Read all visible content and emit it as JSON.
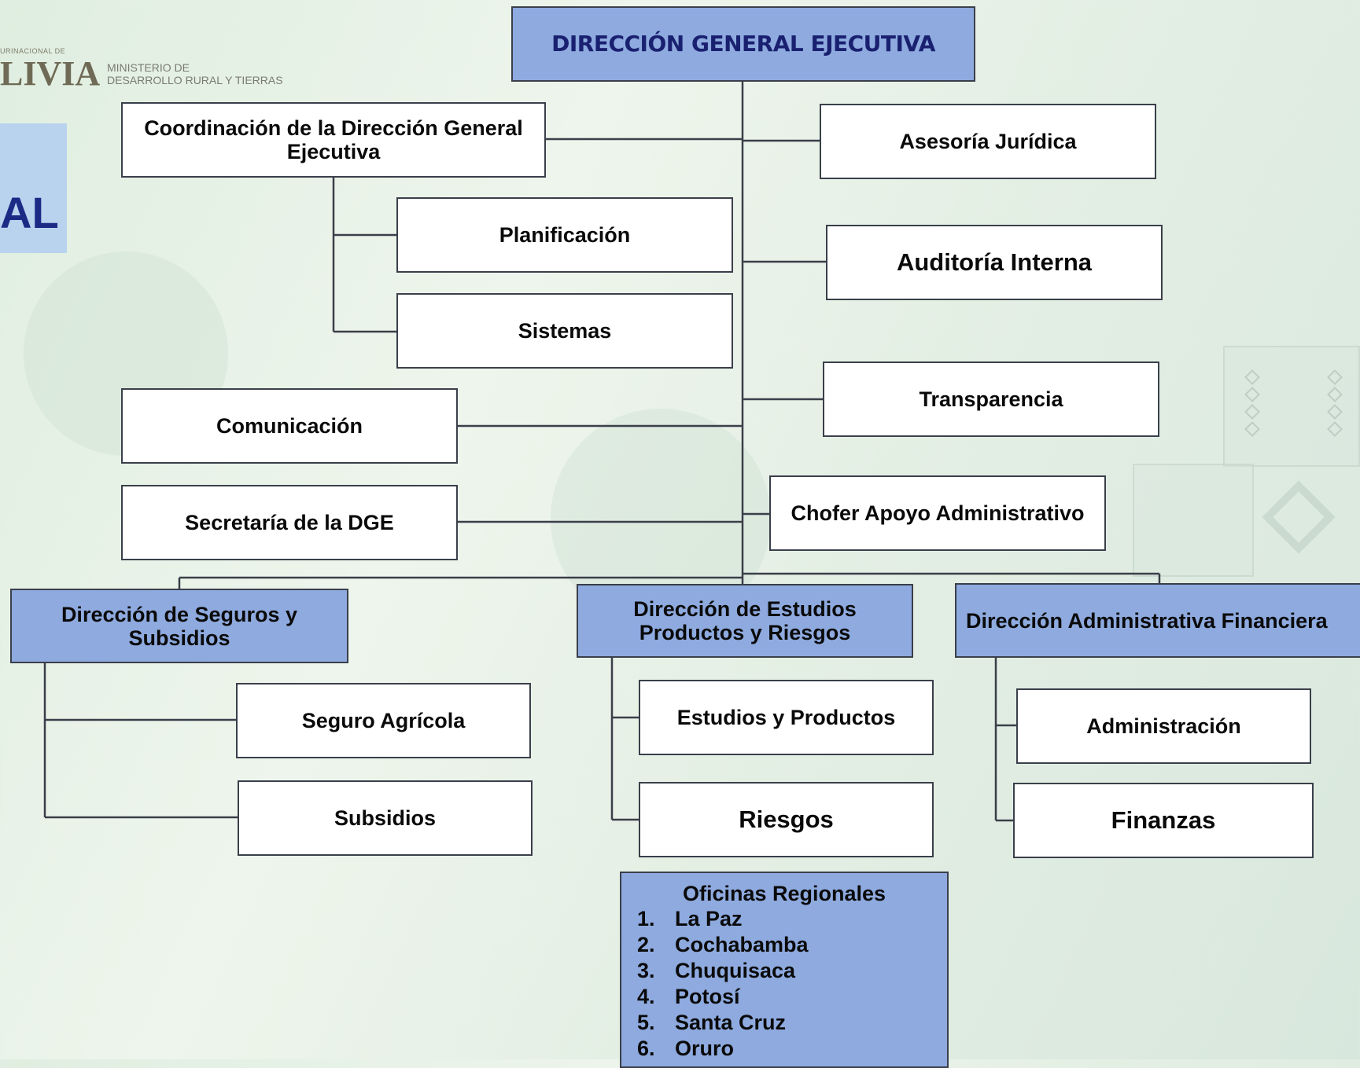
{
  "logo": {
    "small_text": "URINACIONAL DE",
    "big_text": "LIVIA",
    "sub_line1": "MINISTERIO DE",
    "sub_line2": "DESARROLLO RURAL Y TIERRAS"
  },
  "title_fragment": "AL",
  "boxes": {
    "direccion_general": "DIRECCIÓN GENERAL EJECUTIVA",
    "coordinacion": "Coordinación de la Dirección General Ejecutiva",
    "asesoria": "Asesoría Jurídica",
    "planificacion": "Planificación",
    "auditoria": "Auditoría Interna",
    "sistemas": "Sistemas",
    "transparencia": "Transparencia",
    "comunicacion": "Comunicación",
    "secretaria": "Secretaría de la DGE",
    "chofer": "Chofer Apoyo Administrativo",
    "dir_seguros": "Dirección de Seguros y Subsidios",
    "dir_estudios": "Dirección de Estudios Productos y Riesgos",
    "dir_administrativa": "Dirección Administrativa Financiera",
    "seguro_agricola": "Seguro Agrícola",
    "subsidios": "Subsidios",
    "estudios_productos": "Estudios y Productos",
    "riesgos": "Riesgos",
    "administracion": "Administración",
    "finanzas": "Finanzas"
  },
  "regional": {
    "title": "Oficinas Regionales",
    "items": [
      {
        "num": "1.",
        "name": "La Paz"
      },
      {
        "num": "2.",
        "name": "Cochabamba"
      },
      {
        "num": "3.",
        "name": "Chuquisaca"
      },
      {
        "num": "4.",
        "name": "Potosí"
      },
      {
        "num": "5.",
        "name": "Santa Cruz"
      },
      {
        "num": "6.",
        "name": "Oruro"
      }
    ]
  }
}
